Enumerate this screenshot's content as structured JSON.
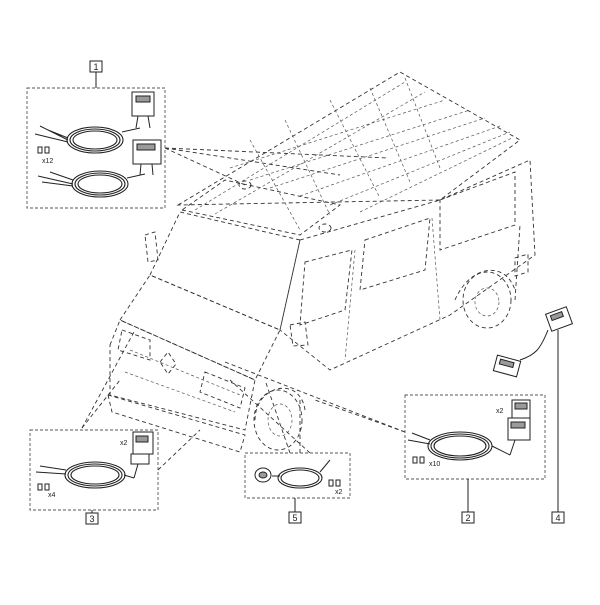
{
  "callouts": [
    {
      "id": "1",
      "label": "1"
    },
    {
      "id": "2",
      "label": "2"
    },
    {
      "id": "3",
      "label": "3"
    },
    {
      "id": "4",
      "label": "4"
    },
    {
      "id": "5",
      "label": "5"
    }
  ],
  "quantities": {
    "box1_fuses": "x12",
    "box2_connector": "x2",
    "box2_fuses": "x10",
    "box3_connector": "x2",
    "box3_fuses": "x4",
    "box5_fuses": "x2"
  }
}
